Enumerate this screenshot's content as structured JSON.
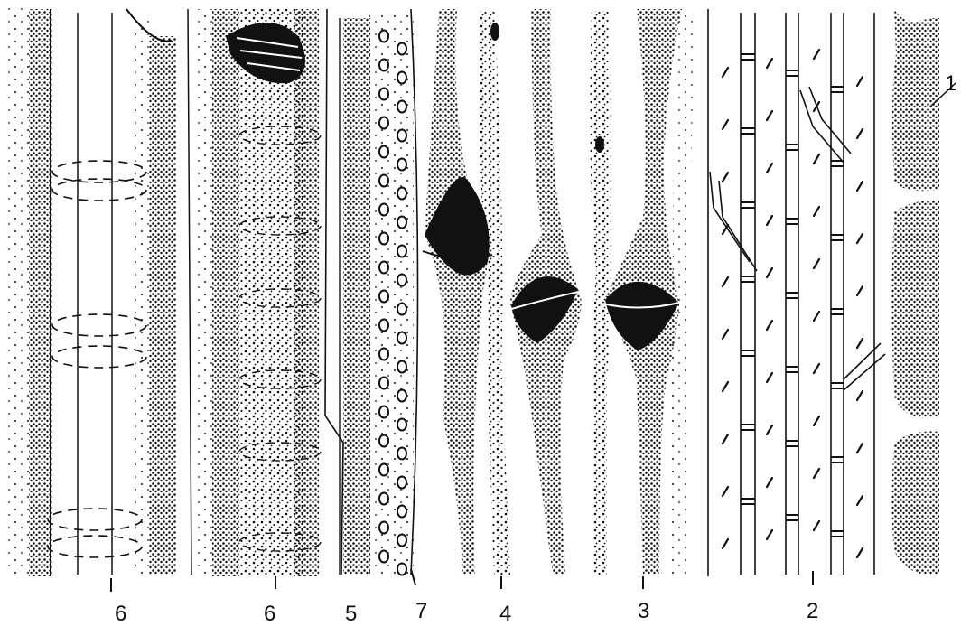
{
  "figure": {
    "description_labels": [
      {
        "id": "label-6a",
        "text": "6"
      },
      {
        "id": "label-6b",
        "text": "6"
      },
      {
        "id": "label-5",
        "text": "5"
      },
      {
        "id": "label-7",
        "text": "7"
      },
      {
        "id": "label-4",
        "text": "4"
      },
      {
        "id": "label-3",
        "text": "3"
      },
      {
        "id": "label-2",
        "text": "2"
      },
      {
        "id": "label-1",
        "text": "1"
      }
    ],
    "colors": {
      "ink": "#111111",
      "paper": "#ffffff"
    }
  }
}
